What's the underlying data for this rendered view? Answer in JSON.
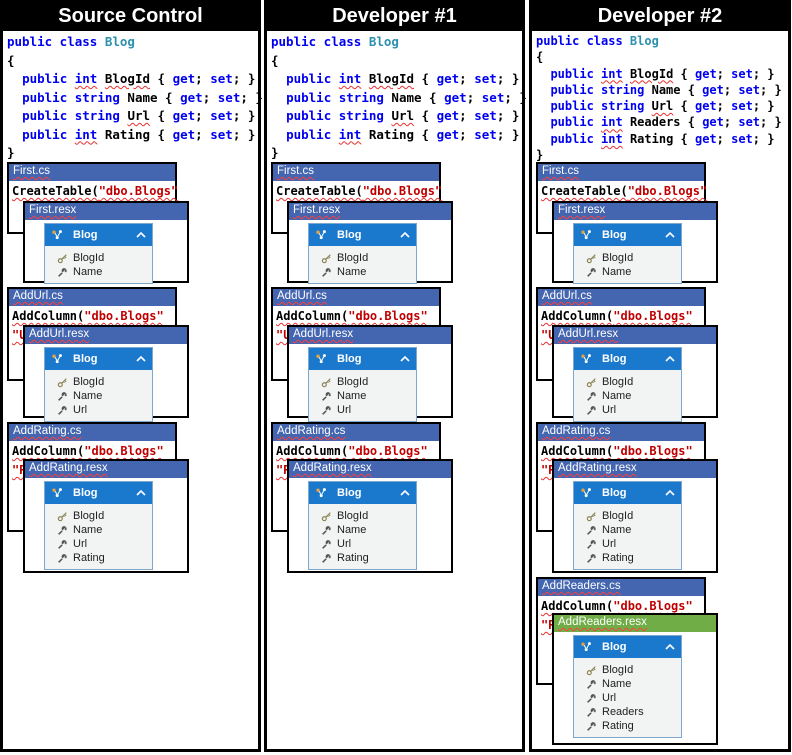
{
  "colors": {
    "window_title_blue": "#4465af",
    "table_header_blue": "#1b79cd",
    "green_highlight": "#70ad47",
    "keyword_blue": "#0000f0",
    "class_teal": "#2b91af",
    "string_red": "#c00000",
    "squiggle_red": "#e83030",
    "header_black": "#000000"
  },
  "columns": [
    {
      "title": "Source Control",
      "class_code": [
        [
          {
            "t": "public class ",
            "s": "kw"
          },
          {
            "t": "Blog",
            "s": "cls"
          }
        ],
        [
          {
            "t": "{",
            "s": "pl"
          }
        ],
        [
          {
            "t": "  ",
            "s": "pl"
          },
          {
            "t": "public ",
            "s": "kw"
          },
          {
            "t": "int",
            "s": "kw sq"
          },
          {
            "t": " ",
            "s": "pl"
          },
          {
            "t": "BlogId",
            "s": "pl sq"
          },
          {
            "t": " { ",
            "s": "pl"
          },
          {
            "t": "get",
            "s": "kw"
          },
          {
            "t": "; ",
            "s": "pl"
          },
          {
            "t": "set",
            "s": "kw"
          },
          {
            "t": "; }",
            "s": "pl"
          }
        ],
        [
          {
            "t": "  ",
            "s": "pl"
          },
          {
            "t": "public string",
            "s": "kw"
          },
          {
            "t": " Name { ",
            "s": "pl"
          },
          {
            "t": "get",
            "s": "kw"
          },
          {
            "t": "; ",
            "s": "pl"
          },
          {
            "t": "set",
            "s": "kw"
          },
          {
            "t": "; }",
            "s": "pl"
          }
        ],
        [
          {
            "t": "  ",
            "s": "pl"
          },
          {
            "t": "public string",
            "s": "kw"
          },
          {
            "t": " ",
            "s": "pl"
          },
          {
            "t": "Url",
            "s": "pl sq"
          },
          {
            "t": " { ",
            "s": "pl"
          },
          {
            "t": "get",
            "s": "kw"
          },
          {
            "t": "; ",
            "s": "pl"
          },
          {
            "t": "set",
            "s": "kw"
          },
          {
            "t": "; }",
            "s": "pl"
          }
        ],
        [
          {
            "t": "  ",
            "s": "pl"
          },
          {
            "t": "public ",
            "s": "kw"
          },
          {
            "t": "int",
            "s": "kw sq"
          },
          {
            "t": " Rating { ",
            "s": "pl"
          },
          {
            "t": "get",
            "s": "kw"
          },
          {
            "t": "; ",
            "s": "pl"
          },
          {
            "t": "set",
            "s": "kw"
          },
          {
            "t": "; }",
            "s": "pl"
          }
        ],
        [
          {
            "t": "}",
            "s": "pl"
          }
        ]
      ],
      "groups": [
        {
          "cs_title": "First.cs",
          "cs_code": [
            [
              {
                "t": "CreateTable(",
                "s": "pl sq"
              },
              {
                "t": "\"dbo.Blogs\"",
                "s": "str sq"
              }
            ]
          ],
          "resx_title": "First.resx",
          "table": {
            "title": "Blog",
            "rows": [
              {
                "icon": "key",
                "label": "BlogId"
              },
              {
                "icon": "wrench",
                "label": "Name"
              }
            ]
          }
        },
        {
          "cs_title": "AddUrl.cs",
          "cs_code": [
            [
              {
                "t": "AddColumn(",
                "s": "pl sq"
              },
              {
                "t": "\"dbo.Blogs\"",
                "s": "str sq"
              }
            ],
            [
              {
                "t": "\"Url\"",
                "s": "str sq"
              }
            ]
          ],
          "resx_title": "AddUrl.resx",
          "table": {
            "title": "Blog",
            "rows": [
              {
                "icon": "key",
                "label": "BlogId"
              },
              {
                "icon": "wrench",
                "label": "Name"
              },
              {
                "icon": "wrench",
                "label": "Url"
              }
            ]
          }
        },
        {
          "cs_title": "AddRating.cs",
          "cs_code": [
            [
              {
                "t": "AddColumn(",
                "s": "pl sq"
              },
              {
                "t": "\"dbo.Blogs\"",
                "s": "str sq"
              }
            ],
            [
              {
                "t": "\"Rating\"",
                "s": "str sq"
              }
            ]
          ],
          "resx_title": "AddRating.resx",
          "table": {
            "title": "Blog",
            "rows": [
              {
                "icon": "key",
                "label": "BlogId"
              },
              {
                "icon": "wrench",
                "label": "Name"
              },
              {
                "icon": "wrench",
                "label": "Url"
              },
              {
                "icon": "wrench",
                "label": "Rating"
              }
            ]
          }
        }
      ]
    },
    {
      "title": "Developer #1",
      "class_code": [
        [
          {
            "t": "public class ",
            "s": "kw"
          },
          {
            "t": "Blog",
            "s": "cls"
          }
        ],
        [
          {
            "t": "{",
            "s": "pl"
          }
        ],
        [
          {
            "t": "  ",
            "s": "pl"
          },
          {
            "t": "public ",
            "s": "kw"
          },
          {
            "t": "int",
            "s": "kw sq"
          },
          {
            "t": " ",
            "s": "pl"
          },
          {
            "t": "BlogId",
            "s": "pl sq"
          },
          {
            "t": " { ",
            "s": "pl"
          },
          {
            "t": "get",
            "s": "kw"
          },
          {
            "t": "; ",
            "s": "pl"
          },
          {
            "t": "set",
            "s": "kw"
          },
          {
            "t": "; }",
            "s": "pl"
          }
        ],
        [
          {
            "t": "  ",
            "s": "pl"
          },
          {
            "t": "public string",
            "s": "kw"
          },
          {
            "t": " Name { ",
            "s": "pl"
          },
          {
            "t": "get",
            "s": "kw"
          },
          {
            "t": "; ",
            "s": "pl"
          },
          {
            "t": "set",
            "s": "kw"
          },
          {
            "t": "; }",
            "s": "pl"
          }
        ],
        [
          {
            "t": "  ",
            "s": "pl"
          },
          {
            "t": "public string",
            "s": "kw"
          },
          {
            "t": " ",
            "s": "pl"
          },
          {
            "t": "Url",
            "s": "pl sq"
          },
          {
            "t": " { ",
            "s": "pl"
          },
          {
            "t": "get",
            "s": "kw"
          },
          {
            "t": "; ",
            "s": "pl"
          },
          {
            "t": "set",
            "s": "kw"
          },
          {
            "t": "; }",
            "s": "pl"
          }
        ],
        [
          {
            "t": "  ",
            "s": "pl"
          },
          {
            "t": "public ",
            "s": "kw"
          },
          {
            "t": "int",
            "s": "kw sq"
          },
          {
            "t": " Rating { ",
            "s": "pl"
          },
          {
            "t": "get",
            "s": "kw"
          },
          {
            "t": "; ",
            "s": "pl"
          },
          {
            "t": "set",
            "s": "kw"
          },
          {
            "t": "; }",
            "s": "pl"
          }
        ],
        [
          {
            "t": "}",
            "s": "pl"
          }
        ]
      ],
      "groups": [
        {
          "cs_title": "First.cs",
          "cs_code": [
            [
              {
                "t": "CreateTable(",
                "s": "pl sq"
              },
              {
                "t": "\"dbo.Blogs\"",
                "s": "str sq"
              }
            ]
          ],
          "resx_title": "First.resx",
          "table": {
            "title": "Blog",
            "rows": [
              {
                "icon": "key",
                "label": "BlogId"
              },
              {
                "icon": "wrench",
                "label": "Name"
              }
            ]
          }
        },
        {
          "cs_title": "AddUrl.cs",
          "cs_code": [
            [
              {
                "t": "AddColumn(",
                "s": "pl sq"
              },
              {
                "t": "\"dbo.Blogs\"",
                "s": "str sq"
              }
            ],
            [
              {
                "t": "\"Url\"",
                "s": "str sq"
              }
            ]
          ],
          "resx_title": "AddUrl.resx",
          "table": {
            "title": "Blog",
            "rows": [
              {
                "icon": "key",
                "label": "BlogId"
              },
              {
                "icon": "wrench",
                "label": "Name"
              },
              {
                "icon": "wrench",
                "label": "Url"
              }
            ]
          }
        },
        {
          "cs_title": "AddRating.cs",
          "cs_code": [
            [
              {
                "t": "AddColumn(",
                "s": "pl sq"
              },
              {
                "t": "\"dbo.Blogs\"",
                "s": "str sq"
              }
            ],
            [
              {
                "t": "\"Rating\"",
                "s": "str sq"
              }
            ]
          ],
          "resx_title": "AddRating.resx",
          "table": {
            "title": "Blog",
            "rows": [
              {
                "icon": "key",
                "label": "BlogId"
              },
              {
                "icon": "wrench",
                "label": "Name"
              },
              {
                "icon": "wrench",
                "label": "Url"
              },
              {
                "icon": "wrench",
                "label": "Rating"
              }
            ]
          }
        }
      ]
    },
    {
      "title": "Developer #2",
      "class_code": [
        [
          {
            "t": "public class ",
            "s": "kw"
          },
          {
            "t": "Blog",
            "s": "cls"
          }
        ],
        [
          {
            "t": "{",
            "s": "pl"
          }
        ],
        [
          {
            "t": "  ",
            "s": "pl"
          },
          {
            "t": "public ",
            "s": "kw"
          },
          {
            "t": "int",
            "s": "kw sq"
          },
          {
            "t": " ",
            "s": "pl"
          },
          {
            "t": "BlogId",
            "s": "pl sq"
          },
          {
            "t": " { ",
            "s": "pl"
          },
          {
            "t": "get",
            "s": "kw"
          },
          {
            "t": "; ",
            "s": "pl"
          },
          {
            "t": "set",
            "s": "kw"
          },
          {
            "t": "; }",
            "s": "pl"
          }
        ],
        [
          {
            "t": "  ",
            "s": "pl"
          },
          {
            "t": "public string",
            "s": "kw"
          },
          {
            "t": " Name { ",
            "s": "pl"
          },
          {
            "t": "get",
            "s": "kw"
          },
          {
            "t": "; ",
            "s": "pl"
          },
          {
            "t": "set",
            "s": "kw"
          },
          {
            "t": "; }",
            "s": "pl"
          }
        ],
        [
          {
            "t": "  ",
            "s": "pl"
          },
          {
            "t": "public string",
            "s": "kw"
          },
          {
            "t": " ",
            "s": "pl"
          },
          {
            "t": "Url",
            "s": "pl sq"
          },
          {
            "t": " { ",
            "s": "pl"
          },
          {
            "t": "get",
            "s": "kw"
          },
          {
            "t": "; ",
            "s": "pl"
          },
          {
            "t": "set",
            "s": "kw"
          },
          {
            "t": "; }",
            "s": "pl"
          }
        ],
        [
          {
            "t": "  ",
            "s": "pl"
          },
          {
            "t": "public ",
            "s": "kw"
          },
          {
            "t": "int",
            "s": "kw sq"
          },
          {
            "t": " Readers { ",
            "s": "pl"
          },
          {
            "t": "get",
            "s": "kw"
          },
          {
            "t": "; ",
            "s": "pl"
          },
          {
            "t": "set",
            "s": "kw"
          },
          {
            "t": "; }",
            "s": "pl"
          }
        ],
        [
          {
            "t": "  ",
            "s": "pl"
          },
          {
            "t": "public ",
            "s": "kw"
          },
          {
            "t": "int",
            "s": "kw sq"
          },
          {
            "t": " Rating { ",
            "s": "pl"
          },
          {
            "t": "get",
            "s": "kw"
          },
          {
            "t": "; ",
            "s": "pl"
          },
          {
            "t": "set",
            "s": "kw"
          },
          {
            "t": "; }",
            "s": "pl"
          }
        ],
        [
          {
            "t": "}",
            "s": "pl"
          }
        ]
      ],
      "groups": [
        {
          "cs_title": "First.cs",
          "cs_code": [
            [
              {
                "t": "CreateTable(",
                "s": "pl sq"
              },
              {
                "t": "\"dbo.Blogs\"",
                "s": "str sq"
              }
            ]
          ],
          "resx_title": "First.resx",
          "table": {
            "title": "Blog",
            "rows": [
              {
                "icon": "key",
                "label": "BlogId"
              },
              {
                "icon": "wrench",
                "label": "Name"
              }
            ]
          }
        },
        {
          "cs_title": "AddUrl.cs",
          "cs_code": [
            [
              {
                "t": "AddColumn(",
                "s": "pl sq"
              },
              {
                "t": "\"dbo.Blogs\"",
                "s": "str sq"
              }
            ],
            [
              {
                "t": "\"Url\"",
                "s": "str sq"
              }
            ]
          ],
          "resx_title": "AddUrl.resx",
          "table": {
            "title": "Blog",
            "rows": [
              {
                "icon": "key",
                "label": "BlogId"
              },
              {
                "icon": "wrench",
                "label": "Name"
              },
              {
                "icon": "wrench",
                "label": "Url"
              }
            ]
          }
        },
        {
          "cs_title": "AddRating.cs",
          "cs_code": [
            [
              {
                "t": "AddColumn(",
                "s": "pl sq"
              },
              {
                "t": "\"dbo.Blogs\"",
                "s": "str sq"
              }
            ],
            [
              {
                "t": "\"Rating\"",
                "s": "str sq"
              }
            ]
          ],
          "resx_title": "AddRating.resx",
          "table": {
            "title": "Blog",
            "rows": [
              {
                "icon": "key",
                "label": "BlogId"
              },
              {
                "icon": "wrench",
                "label": "Name"
              },
              {
                "icon": "wrench",
                "label": "Url"
              },
              {
                "icon": "wrench",
                "label": "Rating"
              }
            ]
          }
        },
        {
          "cs_title": "AddReaders.cs",
          "cs_code": [
            [
              {
                "t": "AddColumn(",
                "s": "pl sq"
              },
              {
                "t": "\"dbo.Blogs\"",
                "s": "str sq"
              }
            ],
            [
              {
                "t": "\"Readers\"",
                "s": "str sq"
              }
            ]
          ],
          "resx_title": "AddReaders.resx",
          "resx_green": true,
          "table": {
            "title": "Blog",
            "rows": [
              {
                "icon": "key",
                "label": "BlogId"
              },
              {
                "icon": "wrench",
                "label": "Name"
              },
              {
                "icon": "wrench",
                "label": "Url"
              },
              {
                "icon": "wrench",
                "label": "Readers"
              },
              {
                "icon": "wrench",
                "label": "Rating"
              }
            ]
          }
        }
      ]
    }
  ]
}
